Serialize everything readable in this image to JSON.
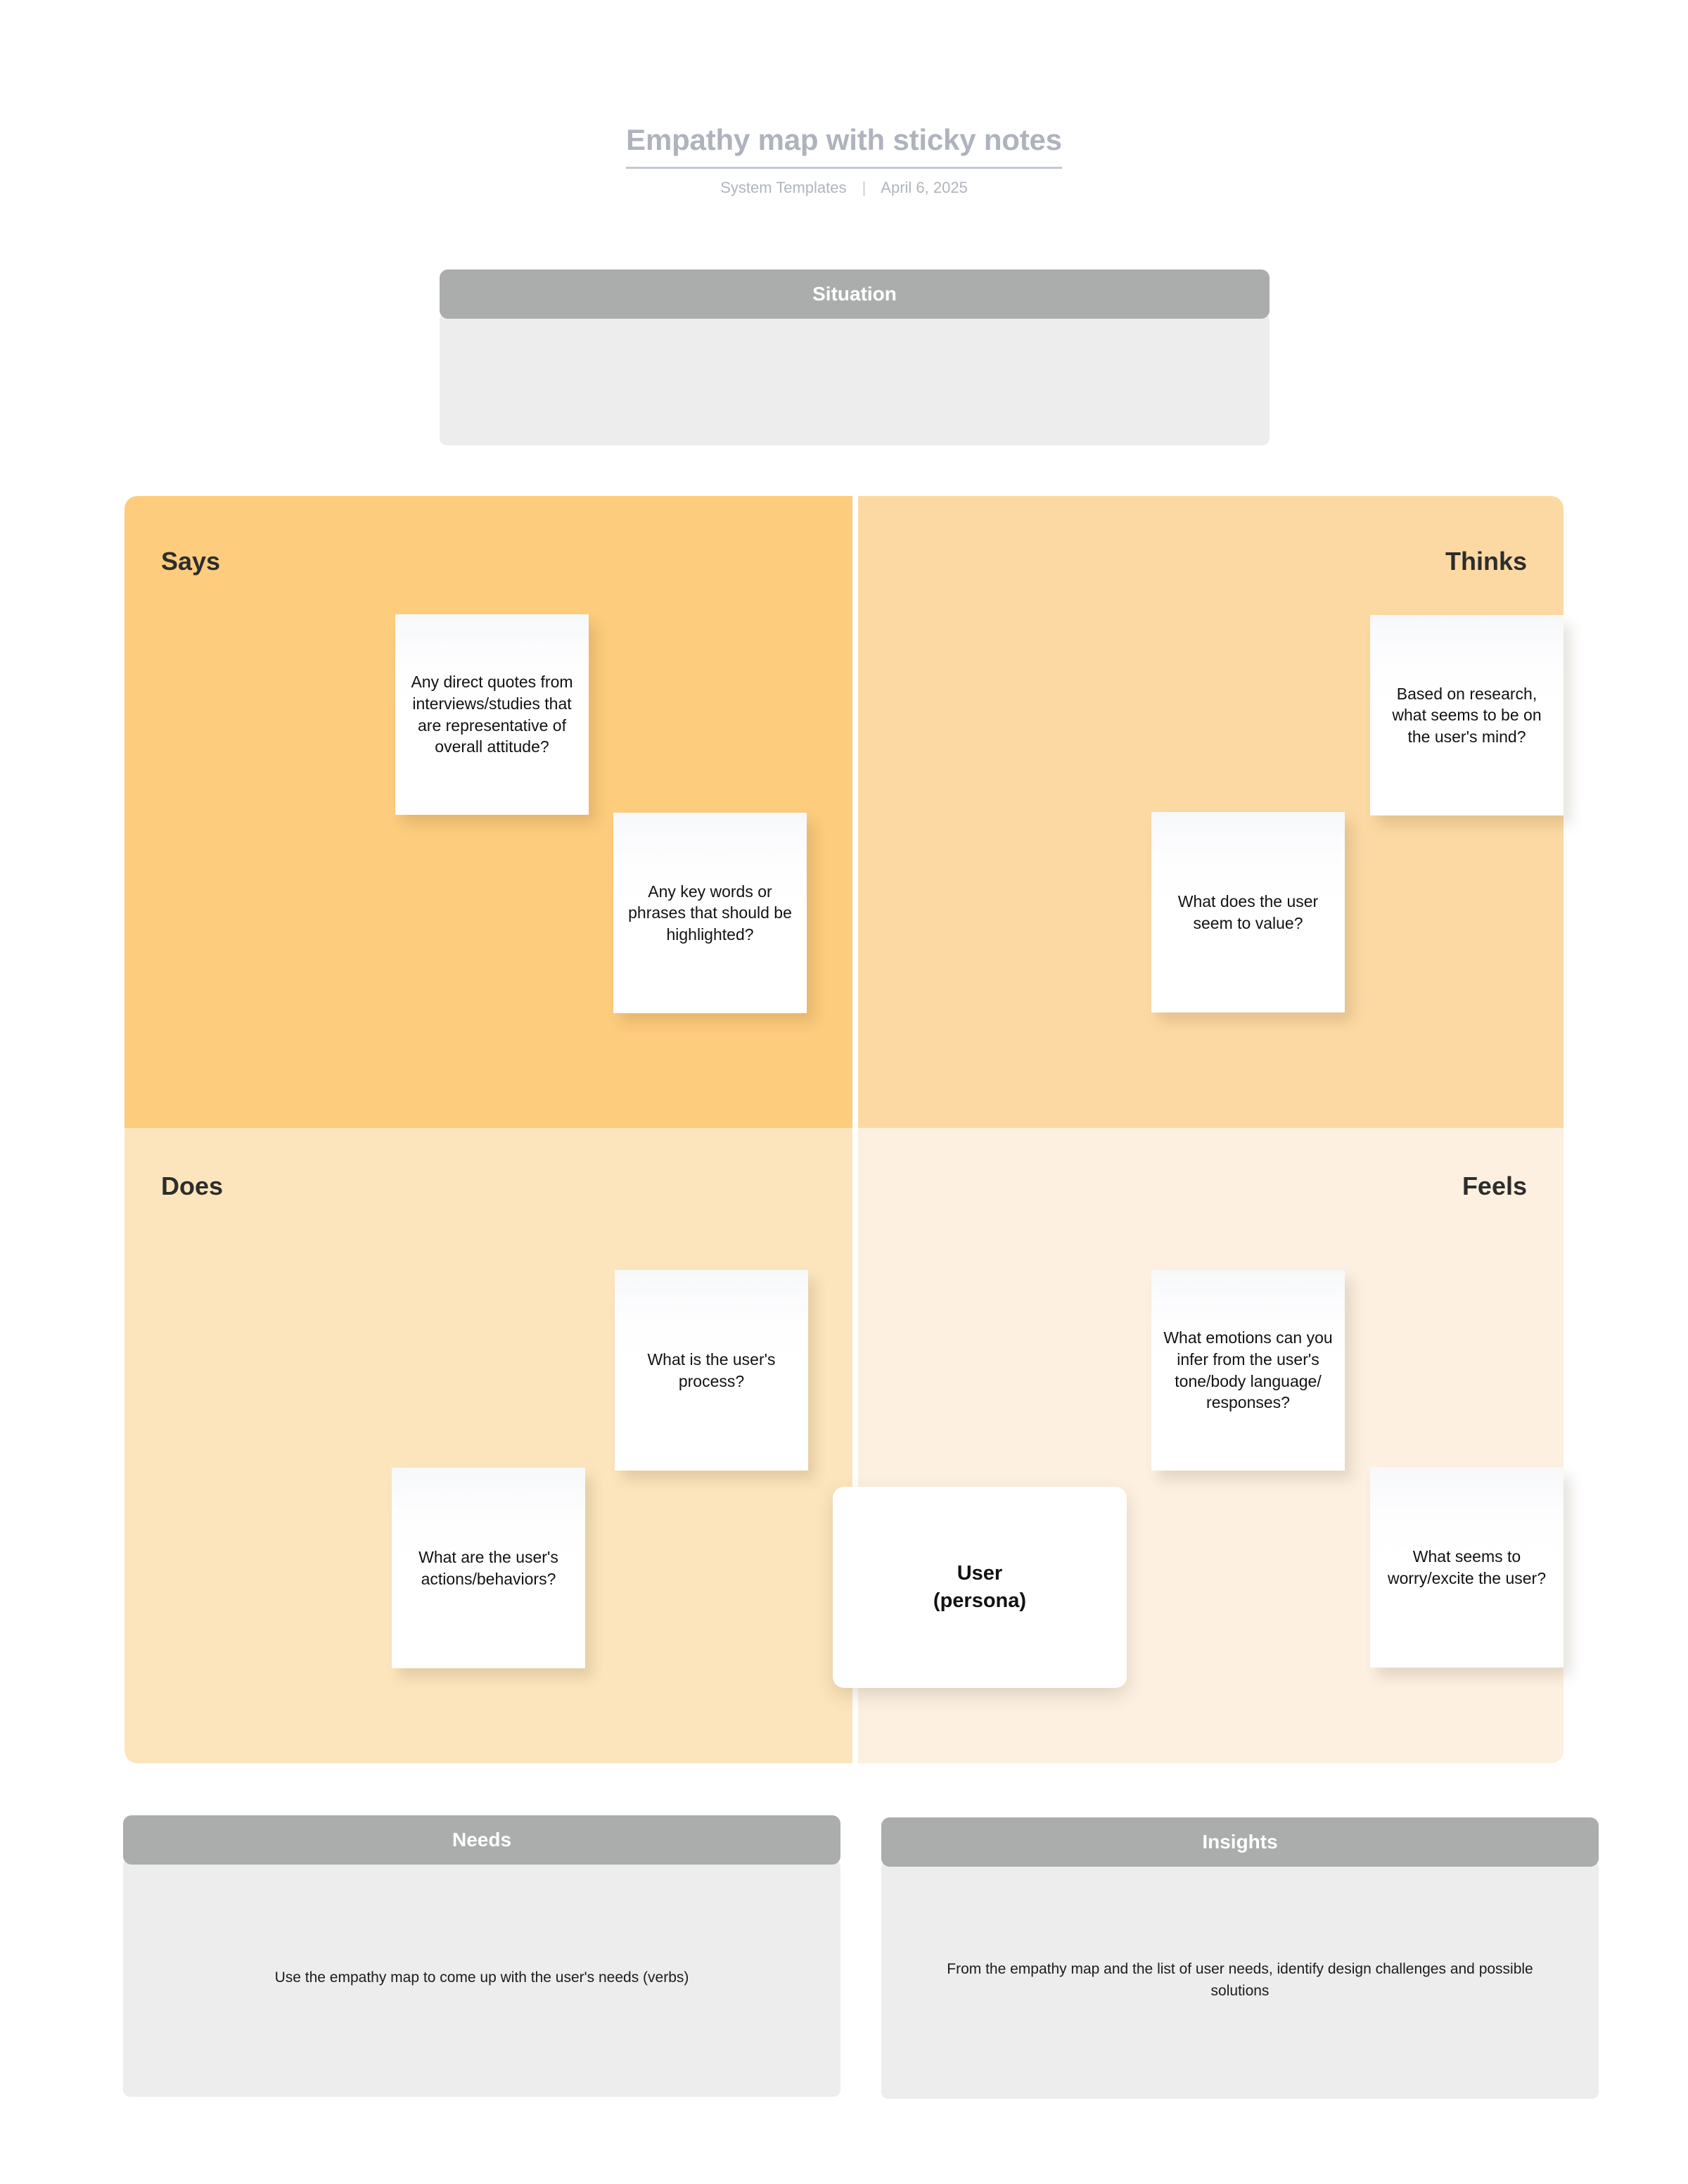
{
  "header": {
    "title": "Empathy map with sticky notes",
    "author": "System Templates",
    "separator": "|",
    "date": "April 6, 2025"
  },
  "situation": {
    "label": "Situation",
    "body": ""
  },
  "persona": {
    "label": "User\n(persona)"
  },
  "quadrants": {
    "says": {
      "label": "Says",
      "color": "#fdcc7d",
      "notes": [
        "Any direct quotes from interviews/studies that are representative of overall attitude?",
        "Any key words or phrases that should be highlighted?"
      ]
    },
    "thinks": {
      "label": "Thinks",
      "color": "#fcd9a2",
      "notes": [
        "Based on research, what seems to be on the user's mind?",
        "What does the user seem to value?"
      ]
    },
    "does": {
      "label": "Does",
      "color": "#fce5bd",
      "notes": [
        "What is the user's process?",
        "What are the user's actions/behaviors?"
      ]
    },
    "feels": {
      "label": "Feels",
      "color": "#fdf0e0",
      "notes": [
        "What emotions can you infer from the user's tone/body language/ responses?",
        "What seems to worry/excite the user?"
      ]
    }
  },
  "needs": {
    "label": "Needs",
    "body": "Use the empathy map to come up with the user's needs (verbs)"
  },
  "insights": {
    "label": "Insights",
    "body": "From the empathy map and the list of user needs, identify design challenges and possible solutions"
  },
  "colors": {
    "band_header": "#abacac",
    "band_body": "#ededed",
    "title_text": "#aeb3bd",
    "sticky_note": "#ffffff",
    "quadrant_label": "#2d2d2d"
  }
}
